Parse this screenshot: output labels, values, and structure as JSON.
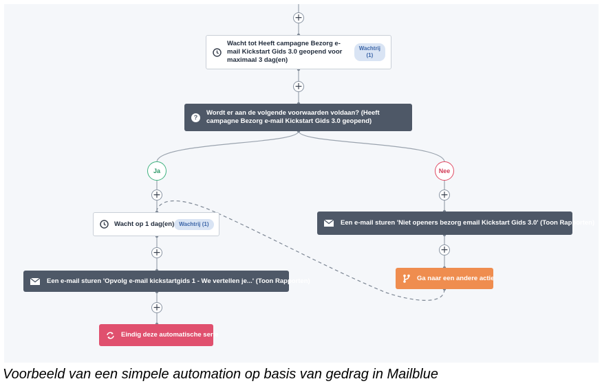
{
  "workflow": {
    "add_label": "+",
    "wait_until": {
      "text": "Wacht tot Heeft campagne Bezorg e-mail Kickstart Gids 3.0 geopend voor maximaal 3 dag(en)",
      "badge_line1": "Wachtrij",
      "badge_line2": "(1)",
      "icon": "clock-icon"
    },
    "condition": {
      "text": "Wordt er aan de volgende voorwaarden voldaan? (Heeft campagne Bezorg e-mail Kickstart Gids 3.0 geopend)",
      "icon": "question-icon"
    },
    "yes_branch": {
      "label": "Ja",
      "wait": {
        "text": "Wacht op 1 dag(en)",
        "badge": "Wachtrij (1)",
        "icon": "clock-icon"
      },
      "email": {
        "text": "Een e-mail sturen 'Opvolg e-mail kickstartgids 1 - We vertellen je...' (Toon Rapporten)",
        "icon": "envelope-icon"
      },
      "end": {
        "text": "Eindig deze automatische serie",
        "icon": "end-automation-icon"
      }
    },
    "no_branch": {
      "label": "Nee",
      "email": {
        "text": "Een e-mail sturen 'Niet openers bezorg email Kickstart Gids 3.0' (Toon Rapporten)",
        "icon": "envelope-icon"
      },
      "goto": {
        "text": "Ga naar een andere actie",
        "icon": "branch-icon"
      }
    }
  },
  "colors": {
    "canvas_bg": "#f5f7fa",
    "dark_node": "#4e5867",
    "goto_node": "#ef8d4f",
    "end_node": "#e0506e",
    "yes_green": "#3fb27f",
    "no_red": "#e04b64",
    "badge_bg": "#d9e4f4"
  },
  "caption": "Voorbeeld van een simpele automation op basis van gedrag in Mailblue"
}
